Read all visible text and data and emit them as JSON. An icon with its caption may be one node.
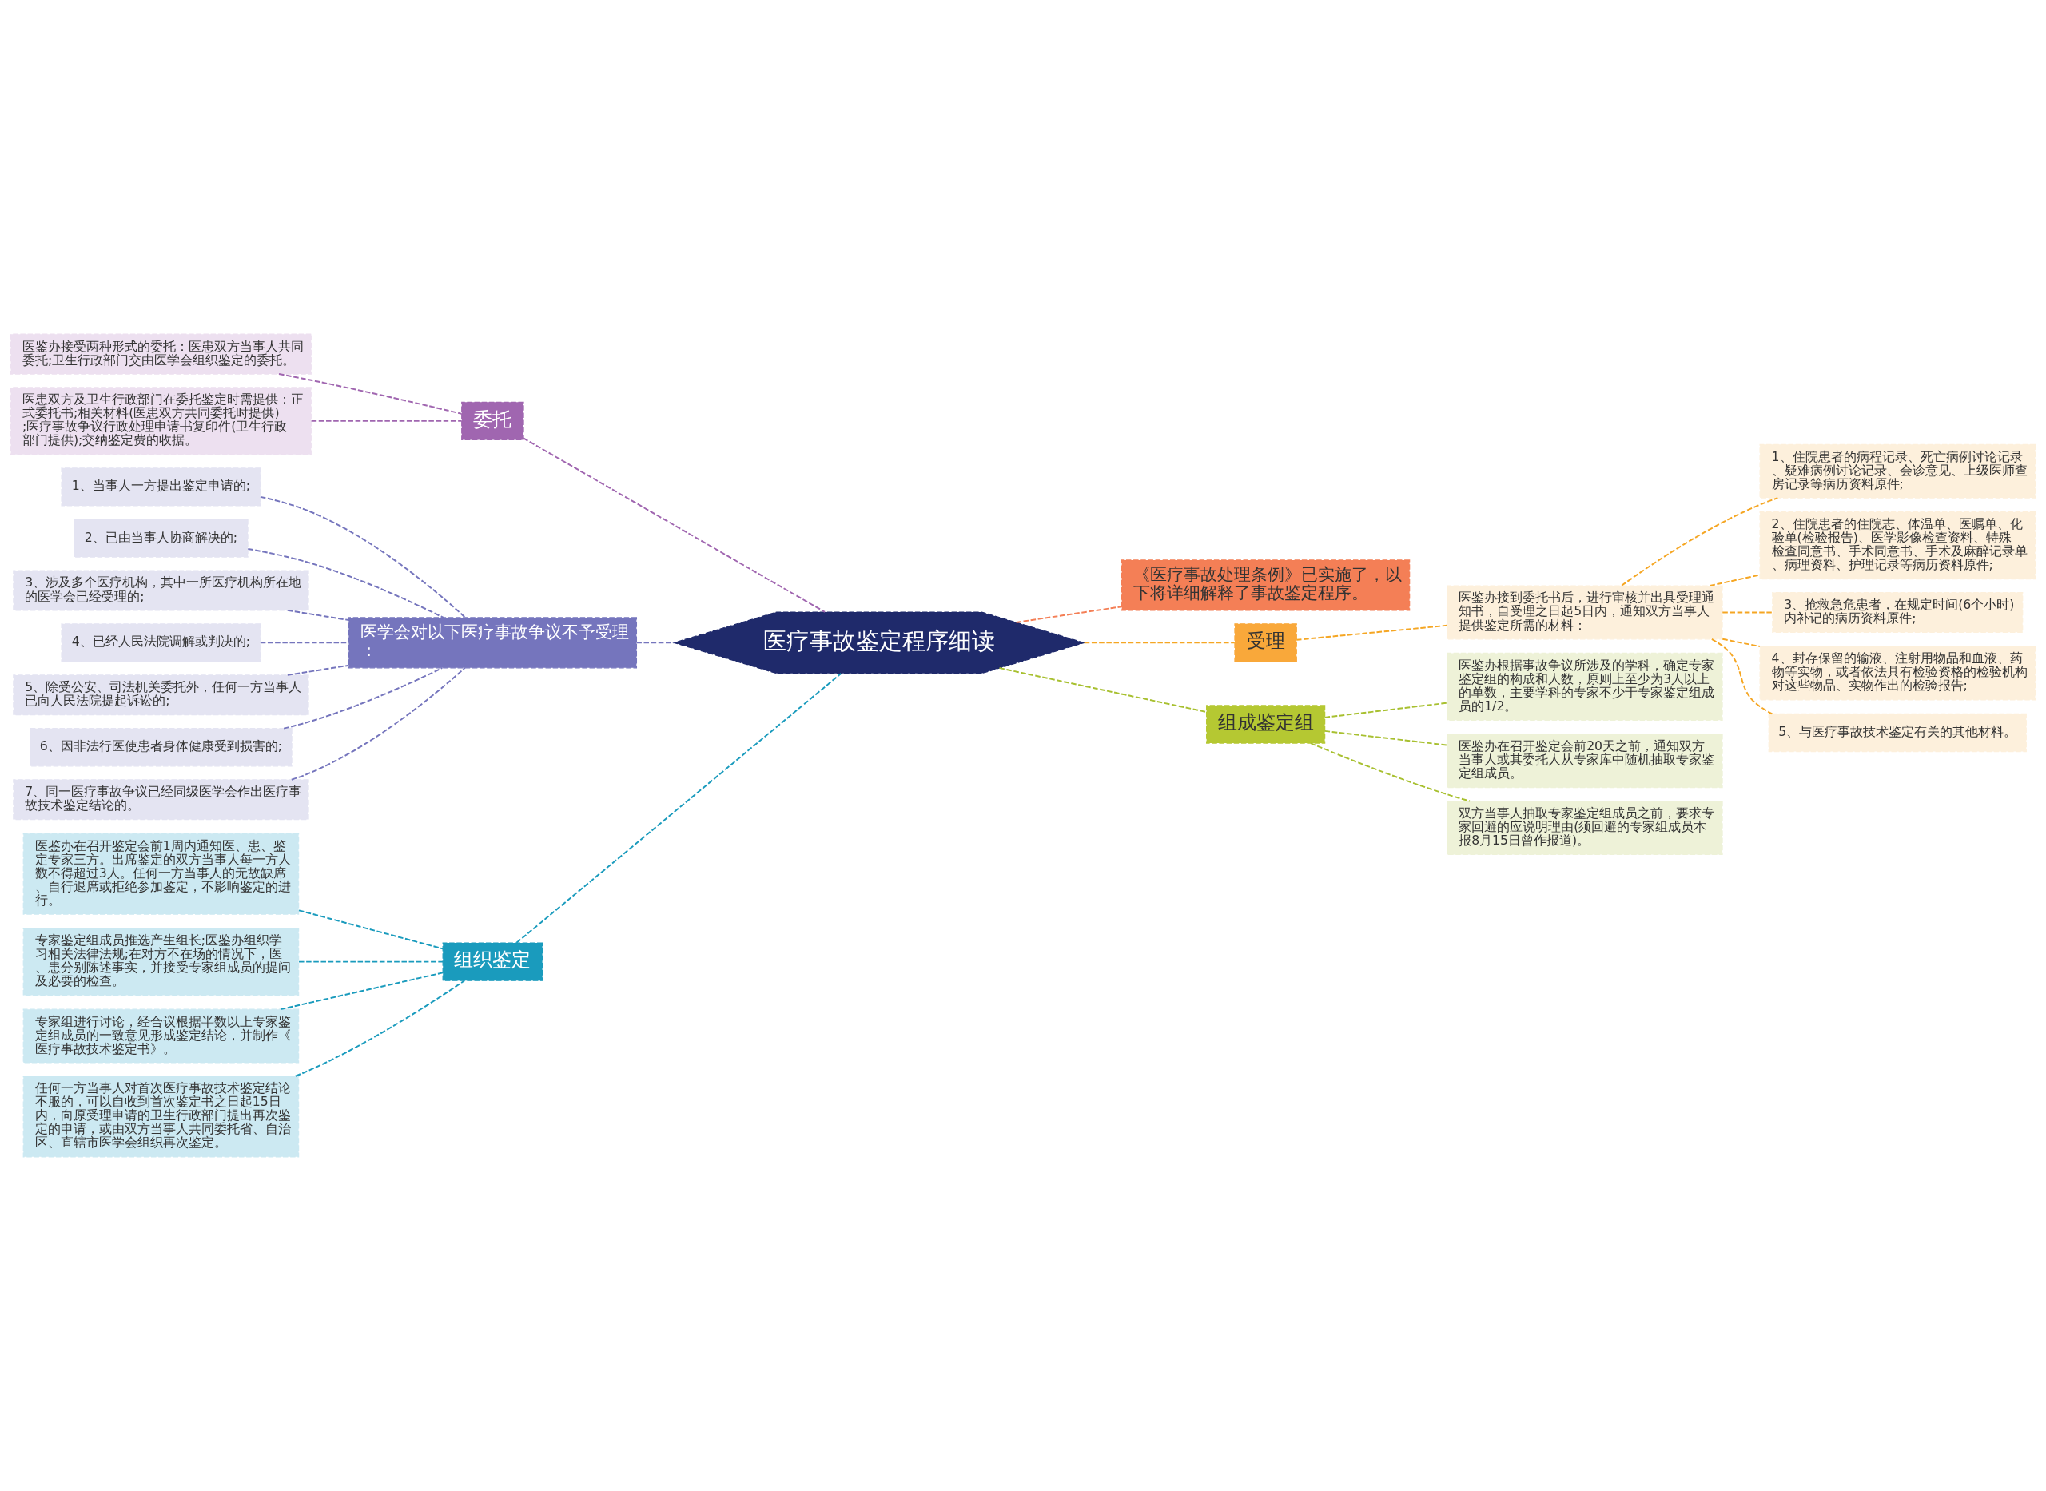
{
  "diagram": {
    "nodes": [
      {
        "text": [
          "医疗事故鉴定程序细读"
        ]
      },
      {
        "text": [
          "委托"
        ]
      },
      {
        "text": [
          "医鉴办接受两种形式的委托：医患双方当事人共同委托;卫生行政部门交由医学会组织鉴定的委托。"
        ]
      },
      {
        "text": [
          "医患双方及卫生行政部门在委托鉴定时需提供：正式委托书;相关材料(医患双方共同委托时提供);医疗事故争议行政处理申请书复印件(卫生行政部门提供);交纳鉴定费的收据。"
        ]
      },
      {
        "text": [
          "医学会对以下医疗事故争议不予受理："
        ]
      },
      {
        "text": [
          "1、当事人一方提出鉴定申请的;"
        ]
      },
      {
        "text": [
          "2、已由当事人协商解决的;"
        ]
      },
      {
        "text": [
          "3、涉及多个医疗机构，其中一所医疗机构所在地的医学会已经受理的;"
        ]
      },
      {
        "text": [
          "4、已经人民法院调解或判决的;"
        ]
      },
      {
        "text": [
          "5、除受公安、司法机关委托外，任何一方当事人已向人民法院提起诉讼的;"
        ]
      },
      {
        "text": [
          "6、因非法行医使患者身体健康受到损害的;"
        ]
      },
      {
        "text": [
          "7、同一医疗事故争议已经同级医学会作出医疗事故技术鉴定结论的。"
        ]
      },
      {
        "text": [
          "组织鉴定"
        ]
      },
      {
        "text": [
          "医鉴办在召开鉴定会前1周内通知医、患、鉴定专家三方。出席鉴定的双方当事人每一方人数不得超过3人。任何一方当事人的无故缺席、自行退席或拒绝参加鉴定，不影响鉴定的进行。"
        ]
      },
      {
        "text": [
          "专家鉴定组成员推选产生组长;医鉴办组织学习相关法律法规;在对方不在场的情况下，医、患分别陈述事实，并接受专家组成员的提问及必要的检查。"
        ]
      },
      {
        "text": [
          "专家组进行讨论，经合议根据半数以上专家鉴定组成员的一致意见形成鉴定结论，并制作《医疗事故技术鉴定书》。"
        ]
      },
      {
        "text": [
          "任何一方当事人对首次医疗事故技术鉴定结论不服的，可以自收到首次鉴定书之日起15日内，向原受理申请的卫生行政部门提出再次鉴定的申请，或由双方当事人共同委托省、自治区、直辖市医学会组织再次鉴定。"
        ]
      },
      {
        "text": [
          "《医疗事故处理条例》已实施了，以下将详细解释了事故鉴定程序。"
        ]
      },
      {
        "text": [
          "受理"
        ]
      },
      {
        "text": [
          "医鉴办接到委托书后，进行审核并出具受理通知书，自受理之日起5日内，通知双方当事人提供鉴定所需的材料："
        ]
      },
      {
        "text": [
          "1、住院患者的病程记录、死亡病例讨论记录、疑难病例讨论记录、会诊意见、上级医师查房记录等病历资料原件;"
        ]
      },
      {
        "text": [
          "2、住院患者的住院志、体温单、医嘱单、化验单(检验报告)、医学影像检查资料、特殊检查同意书、手术同意书、手术及麻醉记录单、病理资料、护理记录等病历资料原件;"
        ]
      },
      {
        "text": [
          "3、抢救急危患者，在规定时间(6个小时)内补记的病历资料原件;"
        ]
      },
      {
        "text": [
          "4、封存保留的输液、注射用物品和血液、药物等实物，或者依法具有检验资格的检验机构对这些物品、实物作出的检验报告;"
        ]
      },
      {
        "text": [
          "5、与医疗事故技术鉴定有关的其他材料。"
        ]
      },
      {
        "text": [
          "组成鉴定组"
        ]
      },
      {
        "text": [
          "医鉴办根据事故争议所涉及的学科，确定专家鉴定组的构成和人数，原则上至少为3人以上的单数，主要学科的专家不少于专家鉴定组成员的1/2。"
        ]
      },
      {
        "text": [
          "医鉴办在召开鉴定会前20天之前，通知双方当事人或其委托人从专家库中随机抽取专家鉴定组成员。"
        ]
      },
      {
        "text": [
          "双方当事人抽取专家鉴定组成员之前，要求专家回避的应说明理由(须回避的专家组成员本报8月15日曾作报道)。"
        ]
      }
    ],
    "edges": [
      {
        "from": 0,
        "to": 1,
        "arrow": "none",
        "color": "#a066b0"
      },
      {
        "from": 1,
        "to": 2,
        "arrow": "none",
        "color": "#a066b0"
      },
      {
        "from": 1,
        "to": 3,
        "arrow": "none",
        "color": "#a066b0"
      },
      {
        "from": 0,
        "to": 4,
        "arrow": "none",
        "color": "#7575bd"
      },
      {
        "from": 4,
        "to": 5,
        "arrow": "none",
        "color": "#7575bd"
      },
      {
        "from": 4,
        "to": 6,
        "arrow": "none",
        "color": "#7575bd"
      },
      {
        "from": 4,
        "to": 7,
        "arrow": "none",
        "color": "#7575bd"
      },
      {
        "from": 4,
        "to": 8,
        "arrow": "none",
        "color": "#7575bd"
      },
      {
        "from": 4,
        "to": 9,
        "arrow": "none",
        "color": "#7575bd"
      },
      {
        "from": 4,
        "to": 10,
        "arrow": "none",
        "color": "#7575bd"
      },
      {
        "from": 4,
        "to": 11,
        "arrow": "none",
        "color": "#7575bd"
      },
      {
        "from": 0,
        "to": 12,
        "arrow": "none",
        "color": "#1a9bbd"
      },
      {
        "from": 12,
        "to": 13,
        "arrow": "none",
        "color": "#1a9bbd"
      },
      {
        "from": 12,
        "to": 14,
        "arrow": "none",
        "color": "#1a9bbd"
      },
      {
        "from": 12,
        "to": 15,
        "arrow": "none",
        "color": "#1a9bbd"
      },
      {
        "from": 12,
        "to": 16,
        "arrow": "none",
        "color": "#1a9bbd"
      },
      {
        "from": 0,
        "to": 17,
        "arrow": "none",
        "color": "#f47f56"
      },
      {
        "from": 0,
        "to": 18,
        "arrow": "none",
        "color": "#f5a623"
      },
      {
        "from": 18,
        "to": 19,
        "arrow": "none",
        "color": "#f5a623"
      },
      {
        "from": 19,
        "to": 20,
        "arrow": "none",
        "color": "#f5a623"
      },
      {
        "from": 19,
        "to": 21,
        "arrow": "none",
        "color": "#f5a623"
      },
      {
        "from": 19,
        "to": 22,
        "arrow": "none",
        "color": "#f5a623"
      },
      {
        "from": 19,
        "to": 23,
        "arrow": "none",
        "color": "#f5a623"
      },
      {
        "from": 19,
        "to": 24,
        "arrow": "none",
        "color": "#f5a623"
      },
      {
        "from": 0,
        "to": 25,
        "arrow": "none",
        "color": "#a8c030"
      },
      {
        "from": 25,
        "to": 26,
        "arrow": "none",
        "color": "#a8c030"
      },
      {
        "from": 25,
        "to": 27,
        "arrow": "none",
        "color": "#a8c030"
      },
      {
        "from": 25,
        "to": 28,
        "arrow": "none",
        "color": "#a8c030"
      }
    ]
  }
}
